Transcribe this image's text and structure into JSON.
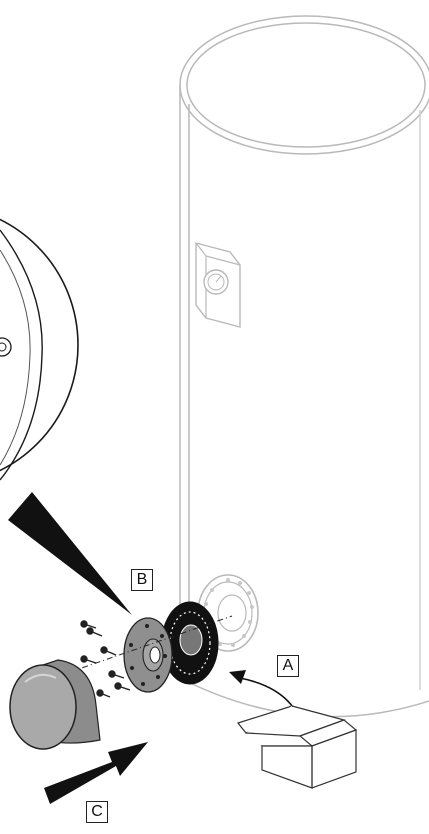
{
  "callouts": {
    "a": "A",
    "b": "B",
    "c": "C"
  },
  "colors": {
    "outline": "#b9b9b9",
    "dark": "#1a1a1a",
    "gasket": "#8f8f8f",
    "cover": "#a9a9a9"
  },
  "icons": {
    "tank": "water-heater-tank-drawing",
    "detail": "magnified-detail-circle",
    "arrow": "direction-arrow"
  }
}
